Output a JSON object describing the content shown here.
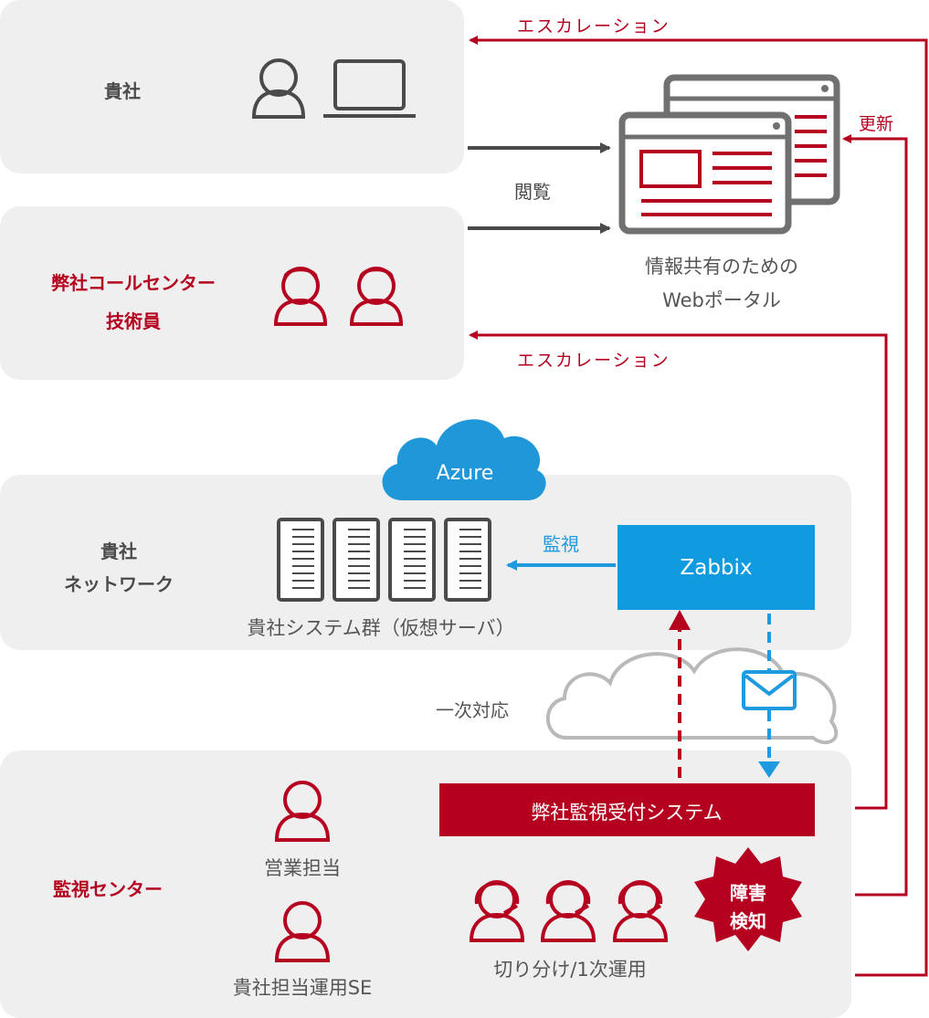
{
  "client": {
    "label": "貴社"
  },
  "callcenter": {
    "label_line1": "弊社コールセンター",
    "label_line2": "技術員"
  },
  "escalation_top": "エスカレーション",
  "escalation_mid": "エスカレーション",
  "update_label": "更新",
  "browse_label": "閲覧",
  "portal": {
    "line1": "情報共有のための",
    "line2": "Webポータル"
  },
  "azure_label": "Azure",
  "network": {
    "label_line1": "貴社",
    "label_line2": "ネットワーク",
    "servers_caption": "貴社システム群（仮想サーバ）"
  },
  "monitor_label": "監視",
  "zabbix_label": "Zabbix",
  "first_response_label": "一次対応",
  "center": {
    "label": "監視センター",
    "system_bar": "弊社監視受付システム",
    "sales_label": "営業担当",
    "se_label": "貴社担当運用SE",
    "operators_caption": "切り分け/1次運用",
    "incident_line1": "障害",
    "incident_line2": "検知"
  },
  "colors": {
    "red": "#b5001f",
    "blue": "#1e9be0",
    "azure": "#1f97d8",
    "zabbix": "#109be0",
    "panel": "#efefef"
  }
}
